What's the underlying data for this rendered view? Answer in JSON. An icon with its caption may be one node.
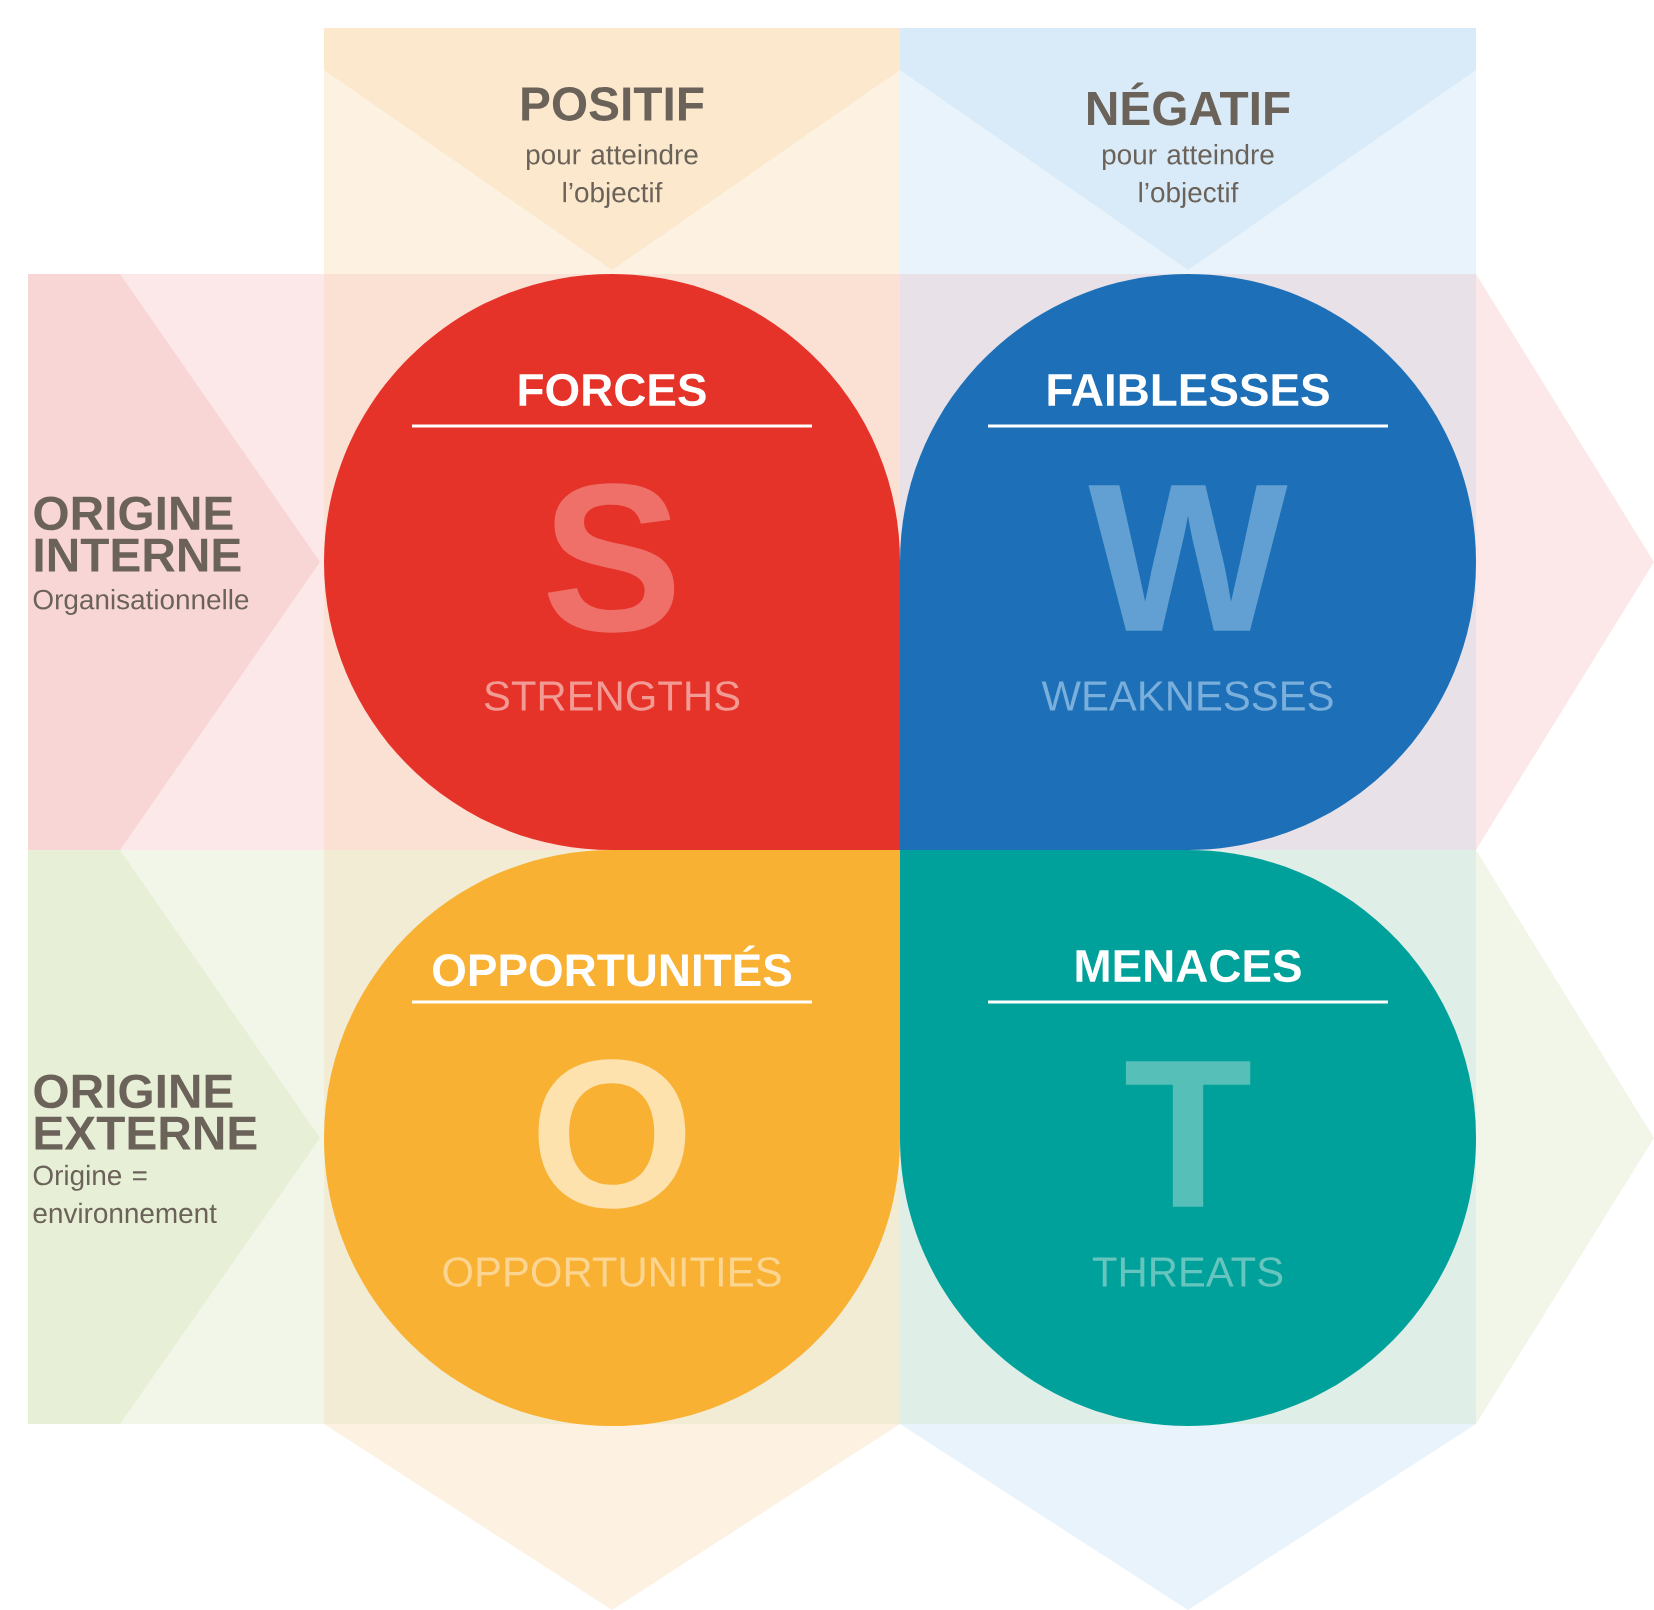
{
  "diagram": {
    "nodes": [
      {
        "text": [
          "POSITIF",
          "pour atteindre l’objectif"
        ]
      },
      {
        "text": [
          "NÉGATIF",
          "pour atteindre l’objectif"
        ]
      },
      {
        "text": [
          "ORIGINE INTERNE",
          "Organisationnelle"
        ]
      },
      {
        "text": [
          "ORIGINE EXTERNE",
          "Origine = environnement"
        ]
      },
      {
        "text": [
          "FORCES",
          "S",
          "STRENGTHS"
        ]
      },
      {
        "text": [
          "FAIBLESSES",
          "W",
          "WEAKNESSES"
        ]
      },
      {
        "text": [
          "OPPORTUNITÉS",
          "O",
          "OPPORTUNITIES"
        ]
      },
      {
        "text": [
          "MENACES",
          "T",
          "THREATS"
        ]
      }
    ]
  }
}
